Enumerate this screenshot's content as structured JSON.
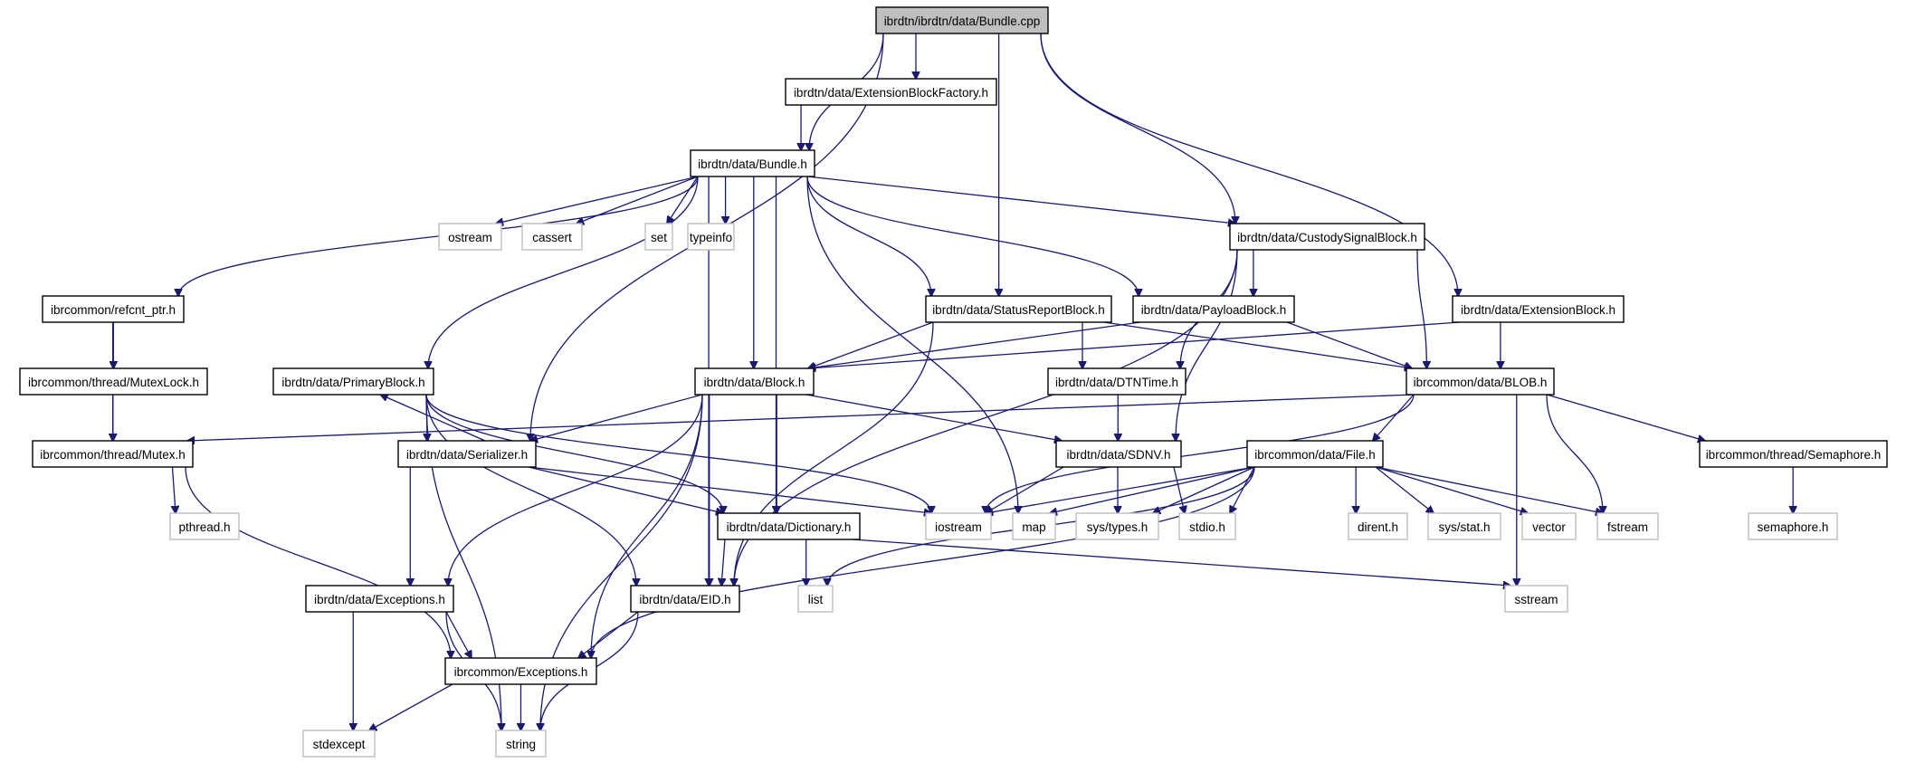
{
  "title": "ibrdtn/ibrdtn/data/Bundle.cpp",
  "colors": {
    "edge": "#191970",
    "root_fill": "#bfbfbf",
    "node_border": "#000000",
    "system_border": "#bfbfbf"
  },
  "nodes": [
    {
      "id": "bundle_cpp",
      "label": "ibrdtn/ibrdtn/data/Bundle.cpp",
      "kind": "root"
    },
    {
      "id": "ext_factory",
      "label": "ibrdtn/data/ExtensionBlockFactory.h",
      "kind": "local"
    },
    {
      "id": "bundle_h",
      "label": "ibrdtn/data/Bundle.h",
      "kind": "local"
    },
    {
      "id": "ostream",
      "label": "ostream",
      "kind": "system"
    },
    {
      "id": "cassert",
      "label": "cassert",
      "kind": "system"
    },
    {
      "id": "set",
      "label": "set",
      "kind": "system"
    },
    {
      "id": "typeinfo",
      "label": "typeinfo",
      "kind": "system"
    },
    {
      "id": "custody",
      "label": "ibrdtn/data/CustodySignalBlock.h",
      "kind": "local"
    },
    {
      "id": "refcnt",
      "label": "ibrcommon/refcnt_ptr.h",
      "kind": "local"
    },
    {
      "id": "statusreport",
      "label": "ibrdtn/data/StatusReportBlock.h",
      "kind": "local"
    },
    {
      "id": "payload",
      "label": "ibrdtn/data/PayloadBlock.h",
      "kind": "local"
    },
    {
      "id": "extblock",
      "label": "ibrdtn/data/ExtensionBlock.h",
      "kind": "local"
    },
    {
      "id": "mutexlock",
      "label": "ibrcommon/thread/MutexLock.h",
      "kind": "local"
    },
    {
      "id": "primary",
      "label": "ibrdtn/data/PrimaryBlock.h",
      "kind": "local"
    },
    {
      "id": "block",
      "label": "ibrdtn/data/Block.h",
      "kind": "local"
    },
    {
      "id": "dtntime",
      "label": "ibrdtn/data/DTNTime.h",
      "kind": "local"
    },
    {
      "id": "blob",
      "label": "ibrcommon/data/BLOB.h",
      "kind": "local"
    },
    {
      "id": "mutex",
      "label": "ibrcommon/thread/Mutex.h",
      "kind": "local"
    },
    {
      "id": "serializer",
      "label": "ibrdtn/data/Serializer.h",
      "kind": "local"
    },
    {
      "id": "sdnv",
      "label": "ibrdtn/data/SDNV.h",
      "kind": "local"
    },
    {
      "id": "file",
      "label": "ibrcommon/data/File.h",
      "kind": "local"
    },
    {
      "id": "semaphore_h",
      "label": "ibrcommon/thread/Semaphore.h",
      "kind": "local"
    },
    {
      "id": "pthread",
      "label": "pthread.h",
      "kind": "system"
    },
    {
      "id": "dictionary",
      "label": "ibrdtn/data/Dictionary.h",
      "kind": "local"
    },
    {
      "id": "iostream",
      "label": "iostream",
      "kind": "system"
    },
    {
      "id": "map",
      "label": "map",
      "kind": "system"
    },
    {
      "id": "systypes",
      "label": "sys/types.h",
      "kind": "system"
    },
    {
      "id": "stdio",
      "label": "stdio.h",
      "kind": "system"
    },
    {
      "id": "dirent",
      "label": "dirent.h",
      "kind": "system"
    },
    {
      "id": "sysstat",
      "label": "sys/stat.h",
      "kind": "system"
    },
    {
      "id": "vector",
      "label": "vector",
      "kind": "system"
    },
    {
      "id": "fstream",
      "label": "fstream",
      "kind": "system"
    },
    {
      "id": "semaphore_sys",
      "label": "semaphore.h",
      "kind": "system"
    },
    {
      "id": "data_exc",
      "label": "ibrdtn/data/Exceptions.h",
      "kind": "local"
    },
    {
      "id": "eid",
      "label": "ibrdtn/data/EID.h",
      "kind": "local"
    },
    {
      "id": "list",
      "label": "list",
      "kind": "system"
    },
    {
      "id": "sstream",
      "label": "sstream",
      "kind": "system"
    },
    {
      "id": "common_exc",
      "label": "ibrcommon/Exceptions.h",
      "kind": "local"
    },
    {
      "id": "stdexcept",
      "label": "stdexcept",
      "kind": "system"
    },
    {
      "id": "string",
      "label": "string",
      "kind": "system"
    }
  ],
  "edges": [
    [
      "bundle_cpp",
      "ext_factory"
    ],
    [
      "bundle_cpp",
      "bundle_h"
    ],
    [
      "bundle_cpp",
      "serializer"
    ],
    [
      "bundle_cpp",
      "statusreport"
    ],
    [
      "bundle_cpp",
      "custody"
    ],
    [
      "bundle_cpp",
      "extblock"
    ],
    [
      "ext_factory",
      "bundle_h"
    ],
    [
      "bundle_h",
      "refcnt"
    ],
    [
      "bundle_h",
      "ostream"
    ],
    [
      "bundle_h",
      "cassert"
    ],
    [
      "bundle_h",
      "set"
    ],
    [
      "bundle_h",
      "typeinfo"
    ],
    [
      "bundle_h",
      "primary"
    ],
    [
      "bundle_h",
      "block"
    ],
    [
      "bundle_h",
      "eid"
    ],
    [
      "bundle_h",
      "dictionary"
    ],
    [
      "bundle_h",
      "map"
    ],
    [
      "bundle_h",
      "statusreport"
    ],
    [
      "bundle_h",
      "payload"
    ],
    [
      "bundle_h",
      "custody"
    ],
    [
      "custody",
      "payload"
    ],
    [
      "custody",
      "dtntime"
    ],
    [
      "custody",
      "sdnv"
    ],
    [
      "custody",
      "blob"
    ],
    [
      "custody",
      "eid"
    ],
    [
      "refcnt",
      "mutexlock"
    ],
    [
      "refcnt",
      "mutex"
    ],
    [
      "statusreport",
      "block"
    ],
    [
      "statusreport",
      "dtntime"
    ],
    [
      "statusreport",
      "blob"
    ],
    [
      "statusreport",
      "eid"
    ],
    [
      "payload",
      "block"
    ],
    [
      "payload",
      "blob"
    ],
    [
      "extblock",
      "block"
    ],
    [
      "extblock",
      "blob"
    ],
    [
      "mutexlock",
      "mutex"
    ],
    [
      "primary",
      "serializer"
    ],
    [
      "primary",
      "dictionary"
    ],
    [
      "primary",
      "eid"
    ],
    [
      "primary",
      "iostream"
    ],
    [
      "primary",
      "string"
    ],
    [
      "serializer",
      "primary"
    ],
    [
      "serializer",
      "data_exc"
    ],
    [
      "serializer",
      "dictionary"
    ],
    [
      "serializer",
      "iostream"
    ],
    [
      "block",
      "serializer"
    ],
    [
      "block",
      "sdnv"
    ],
    [
      "block",
      "dictionary"
    ],
    [
      "block",
      "eid"
    ],
    [
      "block",
      "data_exc"
    ],
    [
      "block",
      "common_exc"
    ],
    [
      "block",
      "string"
    ],
    [
      "dtntime",
      "sdnv"
    ],
    [
      "blob",
      "mutex"
    ],
    [
      "blob",
      "file"
    ],
    [
      "blob",
      "iostream"
    ],
    [
      "blob",
      "fstream"
    ],
    [
      "blob",
      "semaphore_h"
    ],
    [
      "blob",
      "sstream"
    ],
    [
      "mutex",
      "pthread"
    ],
    [
      "mutex",
      "common_exc"
    ],
    [
      "sdnv",
      "iostream"
    ],
    [
      "sdnv",
      "systypes"
    ],
    [
      "sdnv",
      "stdio"
    ],
    [
      "file",
      "iostream"
    ],
    [
      "file",
      "map"
    ],
    [
      "file",
      "systypes"
    ],
    [
      "file",
      "stdio"
    ],
    [
      "file",
      "dirent"
    ],
    [
      "file",
      "sysstat"
    ],
    [
      "file",
      "vector"
    ],
    [
      "file",
      "fstream"
    ],
    [
      "file",
      "list"
    ],
    [
      "file",
      "common_exc"
    ],
    [
      "semaphore_h",
      "semaphore_sys"
    ],
    [
      "dictionary",
      "eid"
    ],
    [
      "dictionary",
      "list"
    ],
    [
      "dictionary",
      "sstream"
    ],
    [
      "data_exc",
      "common_exc"
    ],
    [
      "data_exc",
      "stdexcept"
    ],
    [
      "data_exc",
      "string"
    ],
    [
      "eid",
      "common_exc"
    ],
    [
      "eid",
      "string"
    ],
    [
      "common_exc",
      "stdexcept"
    ],
    [
      "common_exc",
      "string"
    ]
  ]
}
